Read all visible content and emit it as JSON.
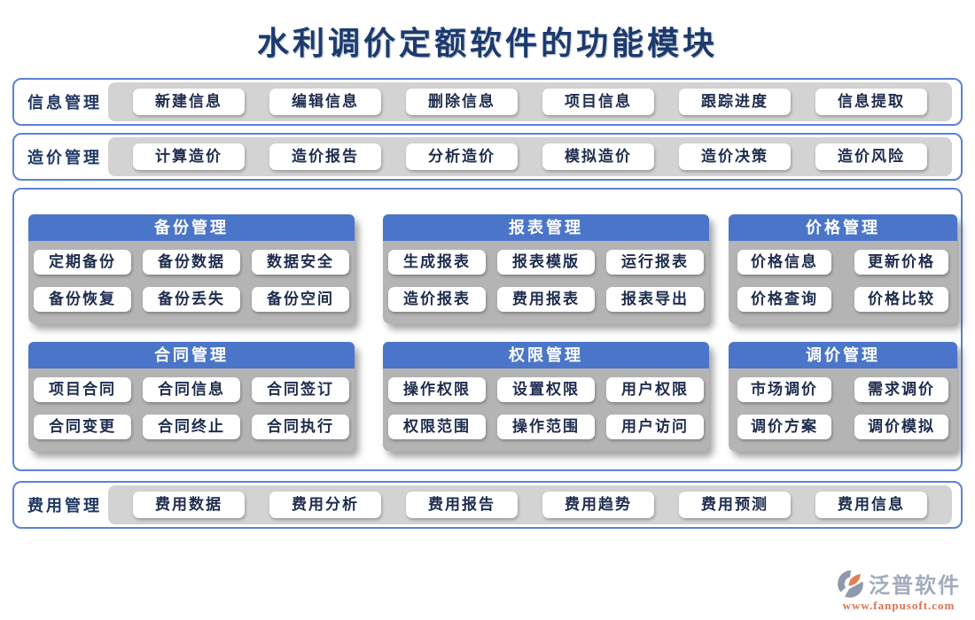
{
  "title": "水利调价定额软件的功能模块",
  "strips": [
    {
      "label": "信息管理",
      "buttons": [
        "新建信息",
        "编辑信息",
        "删除信息",
        "项目信息",
        "跟踪进度",
        "信息提取"
      ]
    },
    {
      "label": "造价管理",
      "buttons": [
        "计算造价",
        "造价报告",
        "分析造价",
        "模拟造价",
        "造价决策",
        "造价风险"
      ]
    },
    {
      "label": "费用管理",
      "buttons": [
        "费用数据",
        "费用分析",
        "费用报告",
        "费用趋势",
        "费用预测",
        "费用信息"
      ]
    }
  ],
  "panels": [
    {
      "name": "backup-management",
      "title": "备份管理",
      "cols": 3,
      "buttons": [
        "定期备份",
        "备份数据",
        "数据安全",
        "备份恢复",
        "备份丢失",
        "备份空间"
      ]
    },
    {
      "name": "report-management",
      "title": "报表管理",
      "cols": 3,
      "buttons": [
        "生成报表",
        "报表模版",
        "运行报表",
        "造价报表",
        "费用报表",
        "报表导出"
      ]
    },
    {
      "name": "price-management",
      "title": "价格管理",
      "cols": 2,
      "buttons": [
        "价格信息",
        "更新价格",
        "价格查询",
        "价格比较"
      ]
    },
    {
      "name": "contract-management",
      "title": "合同管理",
      "cols": 3,
      "buttons": [
        "项目合同",
        "合同信息",
        "合同签订",
        "合同变更",
        "合同终止",
        "合同执行"
      ]
    },
    {
      "name": "permission-management",
      "title": "权限管理",
      "cols": 3,
      "buttons": [
        "操作权限",
        "设置权限",
        "用户权限",
        "权限范围",
        "操作范围",
        "用户访问"
      ]
    },
    {
      "name": "adjustment-management",
      "title": "调价管理",
      "cols": 2,
      "buttons": [
        "市场调价",
        "需求调价",
        "调价方案",
        "调价模拟"
      ]
    }
  ],
  "footer": {
    "brand": "泛普软件",
    "url": "www.fanpusoft.com"
  },
  "colors": {
    "border_blue": "#5b82d8",
    "header_blue": "#4a75c9",
    "navy_text": "#1f3864",
    "band_gray": "#d3d3d3",
    "panel_gray": "#b4b4b4",
    "brand_gray": "#a3abbc",
    "brand_orange": "#e0714e"
  }
}
